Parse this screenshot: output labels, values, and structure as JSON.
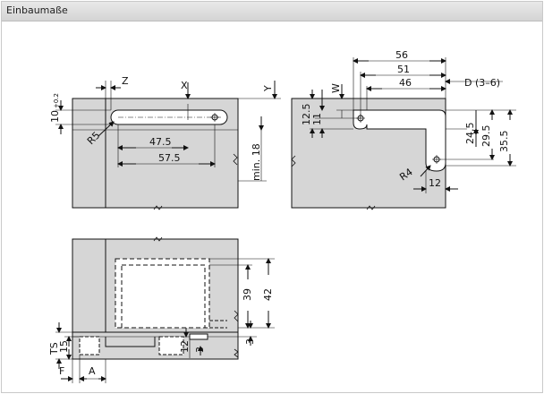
{
  "header": {
    "title": "Einbaumaße"
  },
  "labels": {
    "z": "Z",
    "x": "X",
    "y": "Y",
    "w": "W",
    "tol_10": "10",
    "tol_sup": "+0.2",
    "r5": "R5",
    "d475": "47.5",
    "d575": "57.5",
    "min18": "min. 18",
    "d56": "56",
    "d51": "51",
    "d46": "46",
    "d_36": "D (3–6)",
    "d125": "12.5",
    "d11": "11",
    "d245": "24.5",
    "d295": "29.5",
    "d355": "35.5",
    "r4": "R4",
    "d12": "12",
    "d39": "39",
    "d42": "42",
    "d3a": "3",
    "d3b": "3",
    "d12b": "12",
    "ts": "TS",
    "d15": "15",
    "f": "F",
    "a": "A"
  },
  "colors": {
    "part": "#d6d6d6",
    "line": "#111111",
    "header": "#dcdcdc"
  }
}
